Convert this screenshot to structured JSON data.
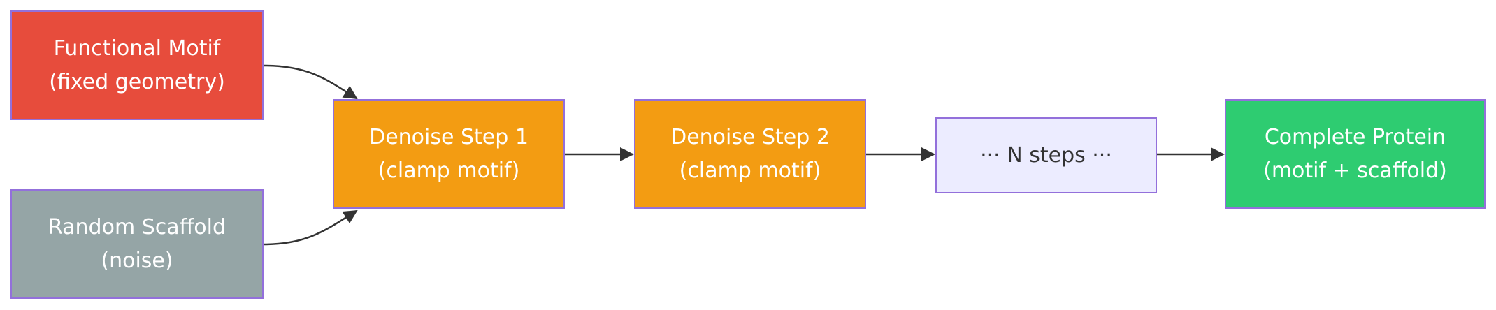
{
  "diagram": {
    "type": "flowchart",
    "direction": "left-to-right",
    "nodes": {
      "motif": {
        "line1": "Functional Motif",
        "line2": "(fixed geometry)",
        "fill": "#E74C3C"
      },
      "scaffold": {
        "line1": "Random Scaffold",
        "line2": "(noise)",
        "fill": "#95A5A6"
      },
      "step1": {
        "line1": "Denoise Step 1",
        "line2": "(clamp motif)",
        "fill": "#F39C12"
      },
      "step2": {
        "line1": "Denoise Step 2",
        "line2": "(clamp motif)",
        "fill": "#F39C12"
      },
      "nsteps": {
        "line1": "··· N steps ···",
        "fill": "#ECECFF"
      },
      "protein": {
        "line1": "Complete Protein",
        "line2": "(motif + scaffold)",
        "fill": "#2ECC71"
      }
    },
    "edges": [
      {
        "from": "motif",
        "to": "step1"
      },
      {
        "from": "scaffold",
        "to": "step1"
      },
      {
        "from": "step1",
        "to": "step2"
      },
      {
        "from": "step2",
        "to": "nsteps"
      },
      {
        "from": "nsteps",
        "to": "protein"
      }
    ],
    "colors": {
      "node_border": "#9370DB",
      "edge": "#333333"
    }
  }
}
